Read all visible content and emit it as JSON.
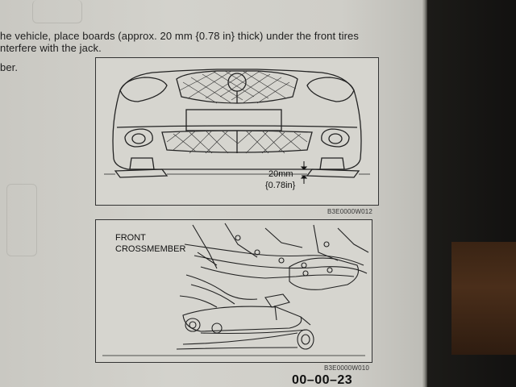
{
  "instructions": {
    "line1": "he vehicle, place boards (approx. 20 mm {0.78 in} thick) under the front tires",
    "line2": "nterfere with the jack.",
    "line3": "ber."
  },
  "figure_top": {
    "dimension_mm": "20mm",
    "dimension_in": "{0.78in}",
    "code": "B3E0000W012"
  },
  "figure_bottom": {
    "label_line1": "FRONT",
    "label_line2": "CROSSMEMBER",
    "code": "B3E0000W010"
  },
  "page_number": "00–00–23"
}
